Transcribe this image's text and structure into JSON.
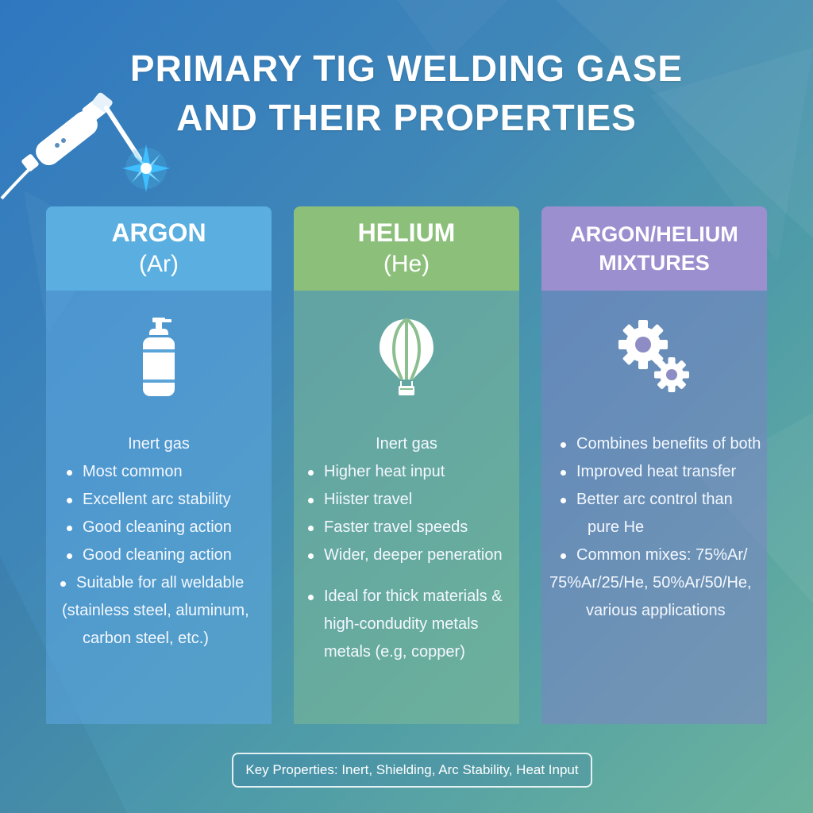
{
  "title": {
    "line1": "PRIMARY TIG WELDING GASE",
    "line2": "AND THEIR PROPERTIES"
  },
  "cards": [
    {
      "name": "ARGON",
      "sub": "(Ar)",
      "icon": "gas-cylinder-icon",
      "color": "#5aaee0",
      "lead": "Inert gas",
      "items": [
        "Most common",
        "Excellent arc stability",
        "Good cleaning action",
        "Good cleaning action",
        "Suitable for all weldable"
      ],
      "tail": [
        "(stainless steel, aluminum,",
        "carbon steel, etc.)"
      ]
    },
    {
      "name": "HELIUM",
      "sub": "(He)",
      "icon": "hot-air-balloon-icon",
      "color": "#8cc07a",
      "lead": "Inert gas",
      "items": [
        "Higher heat input",
        "Hiister travel",
        "Faster travel speeds",
        "Wider, deeper peneration",
        "Ideal for thick materials &"
      ],
      "tail": [
        "high-condudity metals",
        "metals (e.g, copper)"
      ]
    },
    {
      "name": "ARGON/HELIUM",
      "sub": "MIXTURES",
      "icon": "gears-icon",
      "color": "#9b8fd0",
      "items": [
        "Combines benefits of both",
        "Improved heat transfer",
        "Better arc control than",
        "Common mixes: 75%Ar/"
      ],
      "cont": [
        "pure He",
        "75%Ar/25/He, 50%Ar/50/He,",
        "various applications"
      ]
    }
  ],
  "footer": {
    "key_properties": "Key Properties: Inert, Shielding, Arc Stability, Heat Input"
  }
}
